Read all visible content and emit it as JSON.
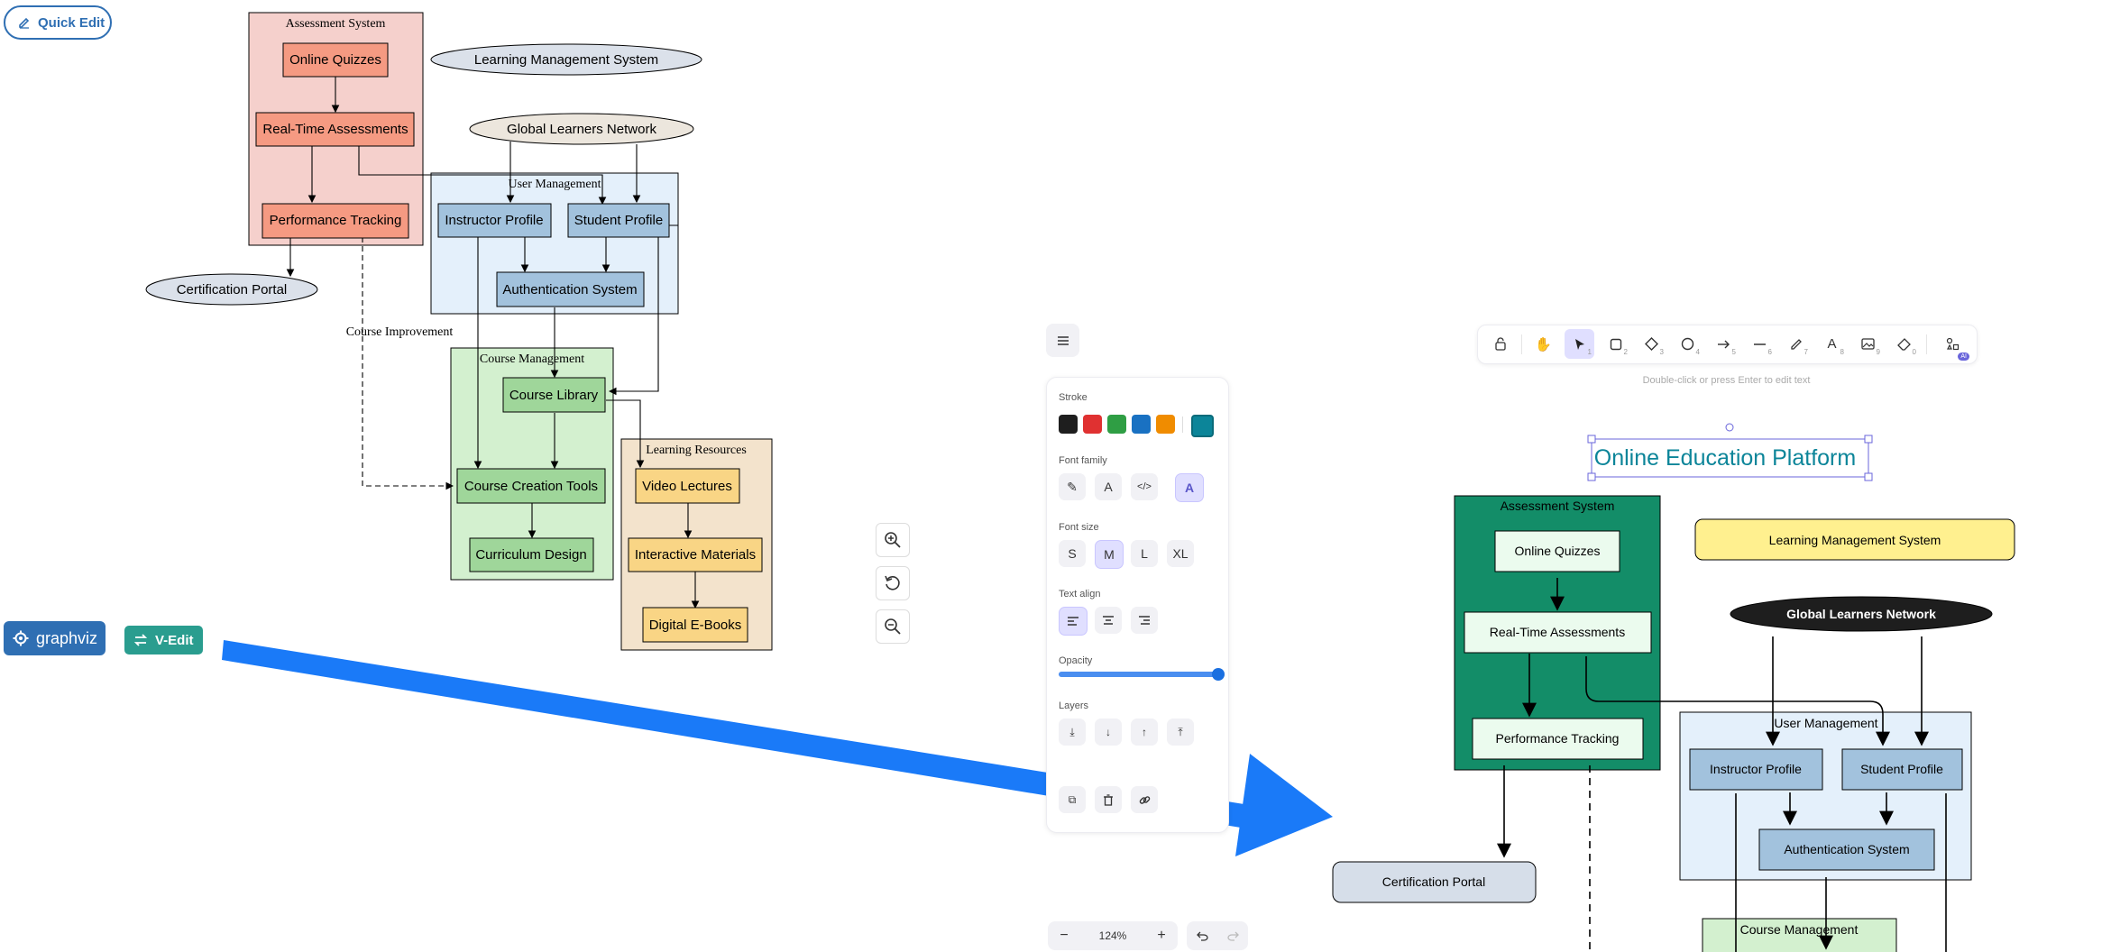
{
  "buttons": {
    "quick_edit": "Quick Edit",
    "graphviz": "graphviz",
    "v_edit": "V-Edit"
  },
  "left_diagram": {
    "clusters": {
      "assessment": "Assessment System",
      "user_mgmt": "User Management",
      "course_mgmt": "Course Management",
      "learning_res": "Learning Resources"
    },
    "nodes": {
      "online_quizzes": "Online Quizzes",
      "realtime": "Real-Time Assessments",
      "performance": "Performance Tracking",
      "lms": "Learning Management System",
      "gln": "Global Learners Network",
      "instructor": "Instructor Profile",
      "student": "Student Profile",
      "auth": "Authentication System",
      "cert": "Certification Portal",
      "course_library": "Course Library",
      "creation_tools": "Course Creation Tools",
      "curriculum": "Curriculum Design",
      "video": "Video Lectures",
      "interactive": "Interactive Materials",
      "ebooks": "Digital E-Books"
    },
    "edge_label": "Course Improvement"
  },
  "properties_panel": {
    "stroke_label": "Stroke",
    "font_family_label": "Font family",
    "font_size_label": "Font size",
    "font_sizes": [
      "S",
      "M",
      "L",
      "XL"
    ],
    "text_align_label": "Text align",
    "opacity_label": "Opacity",
    "layers_label": "Layers",
    "stroke_colors": [
      "#1e1e1e",
      "#e03131",
      "#2f9e44",
      "#1971c2",
      "#f08c00"
    ],
    "current_stroke": "#0c8599"
  },
  "toolbar": {
    "hint": "Double-click or press Enter to edit text",
    "tools": [
      {
        "icon": "lock-icon",
        "num": ""
      },
      {
        "icon": "hand-icon",
        "num": ""
      },
      {
        "icon": "pointer-icon",
        "num": "1"
      },
      {
        "icon": "rectangle-icon",
        "num": "2"
      },
      {
        "icon": "diamond-icon",
        "num": "3"
      },
      {
        "icon": "ellipse-icon",
        "num": "4"
      },
      {
        "icon": "arrow-icon",
        "num": "5"
      },
      {
        "icon": "line-icon",
        "num": "6"
      },
      {
        "icon": "pencil-icon",
        "num": "7"
      },
      {
        "icon": "text-icon",
        "num": "8"
      },
      {
        "icon": "image-icon",
        "num": "9"
      },
      {
        "icon": "eraser-icon",
        "num": "0"
      },
      {
        "icon": "shapes-icon",
        "num": ""
      }
    ],
    "ai_badge": "AI"
  },
  "zoom": {
    "level": "124%",
    "minus": "−",
    "plus": "+"
  },
  "right_diagram": {
    "title": "Online Education Platform",
    "clusters": {
      "assessment": "Assessment System",
      "user_mgmt": "User Management",
      "course_mgmt": "Course Management"
    },
    "nodes": {
      "online_quizzes": "Online Quizzes",
      "realtime": "Real-Time Assessments",
      "performance": "Performance Tracking",
      "lms": "Learning Management System",
      "gln": "Global Learners Network",
      "instructor": "Instructor Profile",
      "student": "Student Profile",
      "auth": "Authentication System",
      "cert": "Certification Portal"
    }
  },
  "colors": {
    "accent_blue": "#1a7af8",
    "graphviz_bg": "#2f6fb3",
    "vedit_bg": "#2a9d8f",
    "selection": "#6965db"
  }
}
